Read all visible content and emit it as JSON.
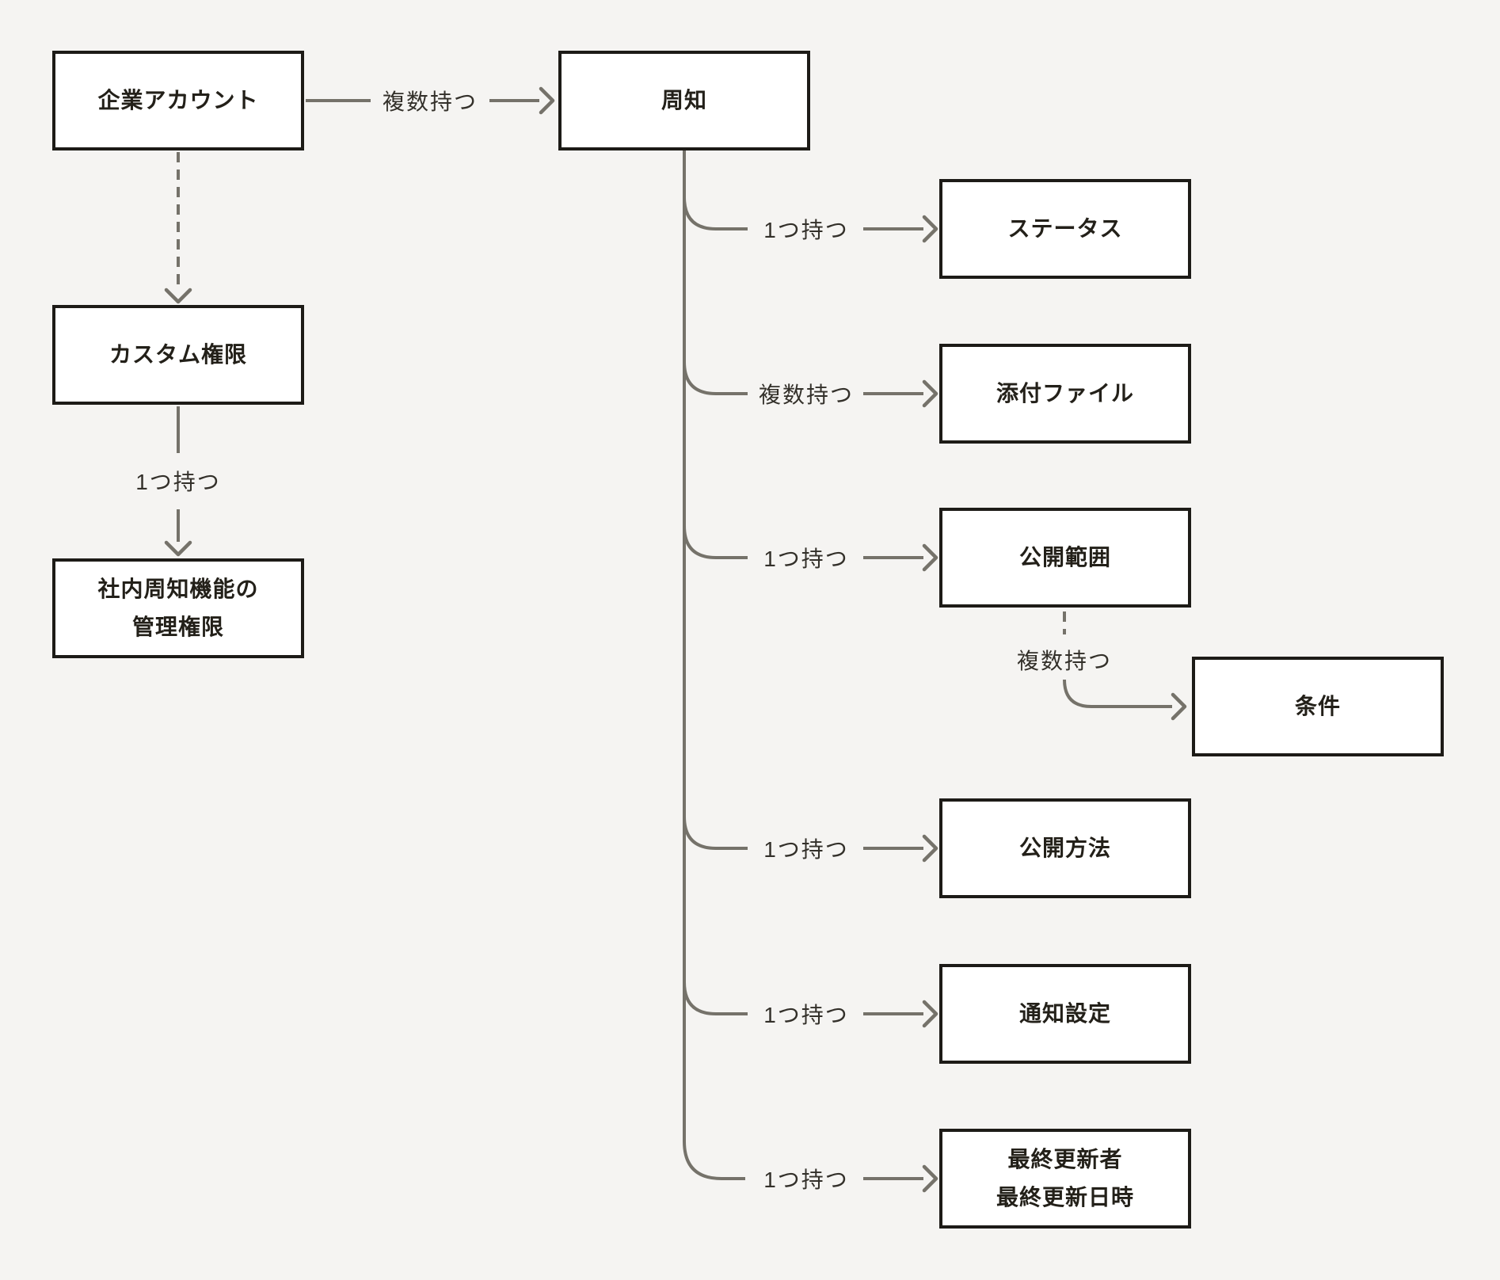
{
  "colors": {
    "background": "#f5f4f2",
    "box_fill": "#ffffff",
    "box_border": "#1d1b17",
    "box_text": "#232019",
    "connector": "#75726a",
    "edge_label_text": "#33302a"
  },
  "nodes": {
    "corporate_account": {
      "label": "企業アカウント"
    },
    "announcement": {
      "label": "周知"
    },
    "custom_permission": {
      "label": "カスタム権限"
    },
    "internal_admin_permission": {
      "lines": [
        "社内周知機能の",
        "管理権限"
      ]
    },
    "status": {
      "label": "ステータス"
    },
    "attachment": {
      "label": "添付ファイル"
    },
    "publish_scope": {
      "label": "公開範囲"
    },
    "condition": {
      "label": "条件"
    },
    "publish_method": {
      "label": "公開方法"
    },
    "notification_setting": {
      "label": "通知設定"
    },
    "last_update": {
      "lines": [
        "最終更新者",
        "最終更新日時"
      ]
    }
  },
  "edges": {
    "corporate_to_announcement": {
      "label": "複数持つ"
    },
    "custom_to_internal_admin": {
      "label": "1つ持つ"
    },
    "announcement_to_status": {
      "label": "1つ持つ"
    },
    "announcement_to_attachment": {
      "label": "複数持つ"
    },
    "announcement_to_publish_scope": {
      "label": "1つ持つ"
    },
    "publish_scope_to_condition": {
      "label": "複数持つ"
    },
    "announcement_to_publish_method": {
      "label": "1つ持つ"
    },
    "announcement_to_notification_setting": {
      "label": "1つ持つ"
    },
    "announcement_to_last_update": {
      "label": "1つ持つ"
    }
  }
}
